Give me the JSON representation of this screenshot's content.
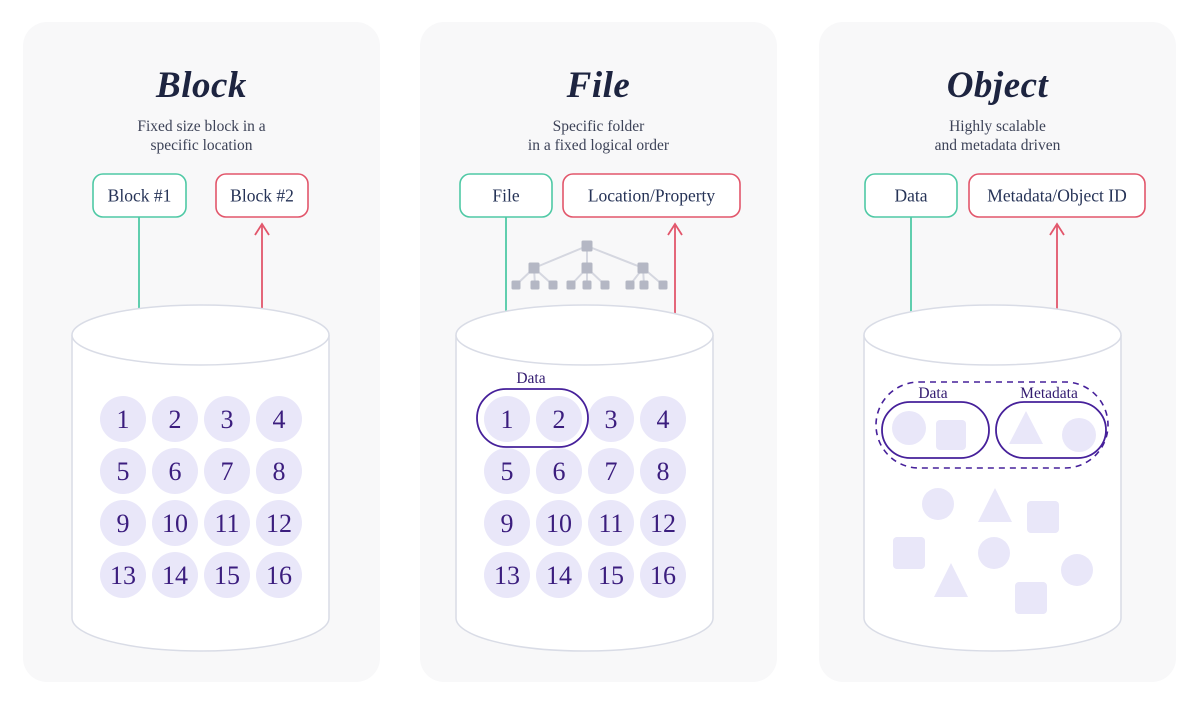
{
  "colors": {
    "page_bg": "#ffffff",
    "panel_bg": "#f8f8f9",
    "title_text": "#1d2440",
    "subtitle_text": "#3d4358",
    "write_accent": "#4fc9a5",
    "read_accent": "#e2566b",
    "cylinder_stroke": "#d9dce6",
    "chip_fill": "#e9e7f9",
    "number_text": "#3b1d7e",
    "group_outline": "#46209a",
    "tree_node": "#b4b7c4",
    "tree_line": "#d5d7e0"
  },
  "panels": [
    {
      "title": "Block",
      "subtitle_lines": [
        "Fixed size block in a",
        "specific location"
      ],
      "write_box_label": "Block #1",
      "read_box_label": "Block #2",
      "cylinder_numbers": [
        "1",
        "2",
        "3",
        "4",
        "5",
        "6",
        "7",
        "8",
        "9",
        "10",
        "11",
        "12",
        "13",
        "14",
        "15",
        "16"
      ]
    },
    {
      "title": "File",
      "subtitle_lines": [
        "Specific folder",
        "in a fixed logical order"
      ],
      "write_box_label": "File",
      "read_box_label": "Location/Property",
      "data_group_label": "Data",
      "cylinder_numbers": [
        "1",
        "2",
        "3",
        "4",
        "5",
        "6",
        "7",
        "8",
        "9",
        "10",
        "11",
        "12",
        "13",
        "14",
        "15",
        "16"
      ],
      "tree": {
        "root_nodes": 1,
        "branch_nodes": 3,
        "leaf_nodes": 9
      }
    },
    {
      "title": "Object",
      "subtitle_lines": [
        "Highly scalable",
        "and metadata driven"
      ],
      "write_box_label": "Data",
      "read_box_label": "Metadata/Object ID",
      "data_group_label": "Data",
      "metadata_group_label": "Metadata",
      "data_group_shapes": [
        "circle",
        "square"
      ],
      "metadata_group_shapes": [
        "triangle",
        "circle"
      ],
      "loose_shapes": [
        "circle",
        "triangle",
        "square",
        "square",
        "circle",
        "circle",
        "triangle",
        "square"
      ]
    }
  ]
}
